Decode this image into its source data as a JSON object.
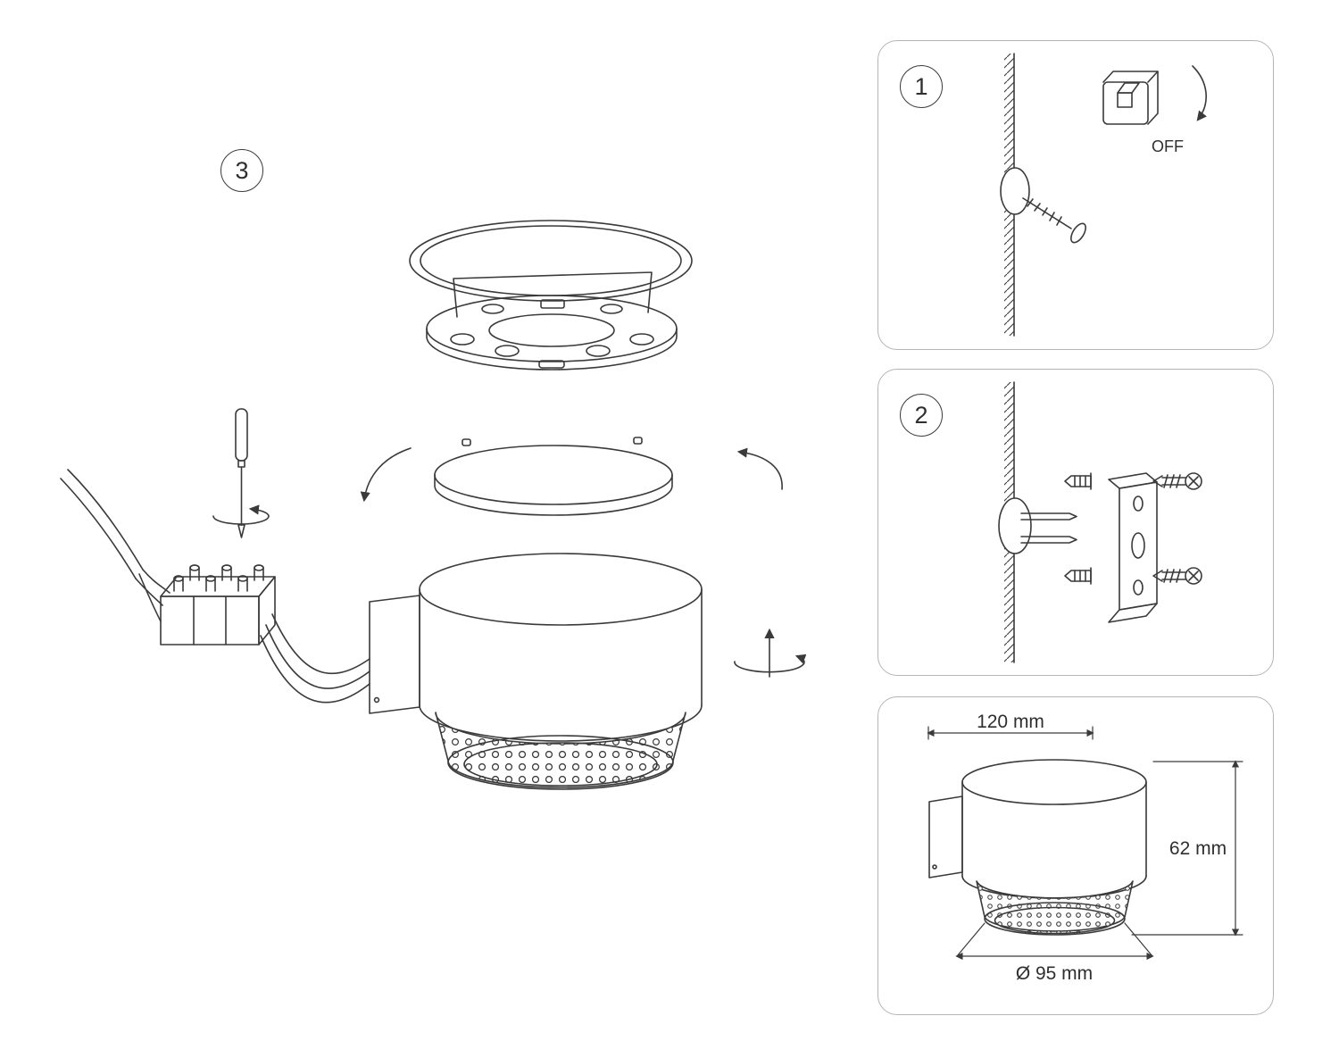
{
  "step3": {
    "number": "3"
  },
  "panel1": {
    "number": "1",
    "switch_state_label": "OFF"
  },
  "panel2": {
    "number": "2"
  },
  "panel3": {
    "dimension_width": "120 mm",
    "dimension_height": "62 mm",
    "dimension_diameter": "Ø 95 mm"
  },
  "colors": {
    "line": "#3a3a3a",
    "panel_border": "#b5b5b5",
    "background": "#ffffff"
  },
  "icons": {
    "step3": [
      "ceiling-canopy",
      "mounting-ring",
      "diffuser-panel",
      "lamp-body",
      "arm-bracket",
      "power-wires",
      "terminal-block",
      "screwdriver-icon",
      "screwdriver-rotate-arrow-icon",
      "assemble-arrow-left-icon",
      "assemble-arrow-right-icon",
      "rotate-lamp-arrow-icon"
    ],
    "panel1": [
      "wall-hatch",
      "drill-hole",
      "wall-screw-icon",
      "power-switch-icon",
      "arrow-curved-down-icon"
    ],
    "panel2": [
      "wall-hatch",
      "mounting-hole",
      "mounting-pins",
      "mounting-bracket",
      "wall-anchor-icon",
      "screw-icon"
    ],
    "panel3": [
      "lamp-outline",
      "dimension-lines"
    ]
  }
}
